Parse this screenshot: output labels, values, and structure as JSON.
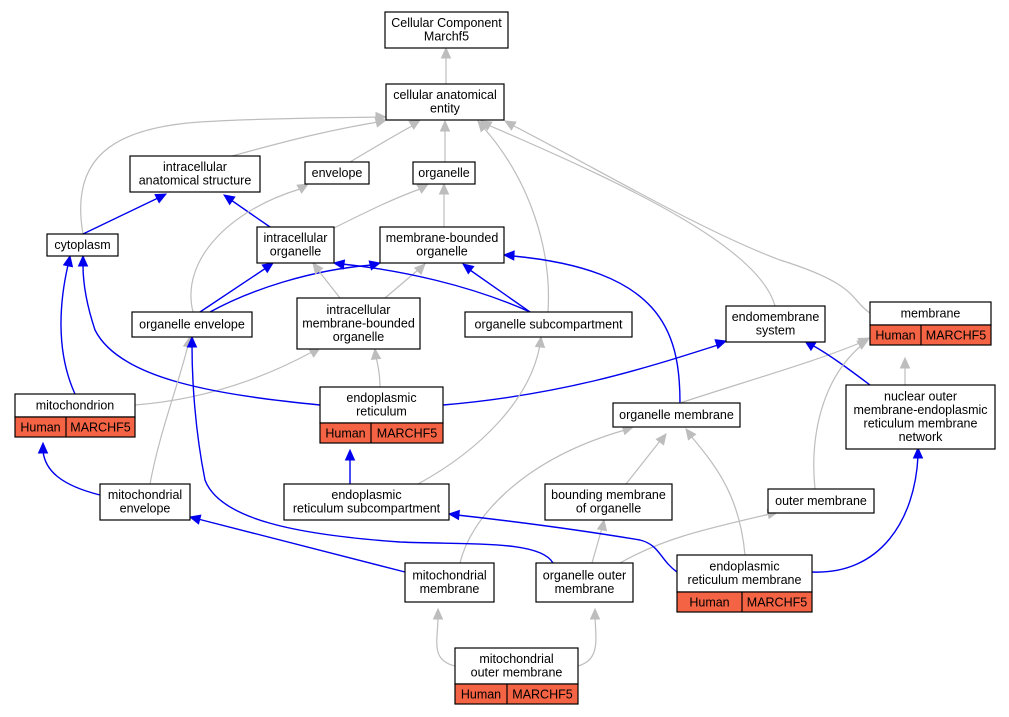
{
  "diagram": {
    "nodes": [
      {
        "id": "root",
        "lines": [
          "Cellular Component",
          "Marchf5"
        ]
      },
      {
        "id": "cae",
        "lines": [
          "cellular anatomical",
          "entity"
        ]
      },
      {
        "id": "ias",
        "lines": [
          "intracellular",
          "anatomical structure"
        ]
      },
      {
        "id": "envelope",
        "lines": [
          "envelope"
        ]
      },
      {
        "id": "organelle",
        "lines": [
          "organelle"
        ]
      },
      {
        "id": "cytoplasm",
        "lines": [
          "cytoplasm"
        ]
      },
      {
        "id": "intraorg",
        "lines": [
          "intracellular",
          "organelle"
        ]
      },
      {
        "id": "mbo",
        "lines": [
          "membrane-bounded",
          "organelle"
        ]
      },
      {
        "id": "orgenv",
        "lines": [
          "organelle envelope"
        ]
      },
      {
        "id": "imbo",
        "lines": [
          "intracellular",
          "membrane-bounded",
          "organelle"
        ]
      },
      {
        "id": "orgsub",
        "lines": [
          "organelle subcompartment"
        ]
      },
      {
        "id": "endosys",
        "lines": [
          "endomembrane",
          "system"
        ]
      },
      {
        "id": "membrane",
        "lines": [
          "membrane"
        ],
        "annotation": [
          "Human",
          "MARCHF5"
        ]
      },
      {
        "id": "mito",
        "lines": [
          "mitochondrion"
        ],
        "annotation": [
          "Human",
          "MARCHF5"
        ]
      },
      {
        "id": "er",
        "lines": [
          "endoplasmic",
          "reticulum"
        ],
        "annotation": [
          "Human",
          "MARCHF5"
        ]
      },
      {
        "id": "orgmem",
        "lines": [
          "organelle membrane"
        ]
      },
      {
        "id": "nomerm",
        "lines": [
          "nuclear outer",
          "membrane-endoplasmic",
          "reticulum membrane",
          "network"
        ]
      },
      {
        "id": "mitoenv",
        "lines": [
          "mitochondrial",
          "envelope"
        ]
      },
      {
        "id": "ersub",
        "lines": [
          "endoplasmic",
          "reticulum subcompartment"
        ]
      },
      {
        "id": "bmo",
        "lines": [
          "bounding membrane",
          "of organelle"
        ]
      },
      {
        "id": "outmem",
        "lines": [
          "outer membrane"
        ]
      },
      {
        "id": "mitomem",
        "lines": [
          "mitochondrial",
          "membrane"
        ]
      },
      {
        "id": "orgoutmem",
        "lines": [
          "organelle outer",
          "membrane"
        ]
      },
      {
        "id": "ermem",
        "lines": [
          "endoplasmic",
          "reticulum membrane"
        ],
        "annotation": [
          "Human",
          "MARCHF5"
        ]
      },
      {
        "id": "mitooutmem",
        "lines": [
          "mitochondrial",
          "outer membrane"
        ],
        "annotation": [
          "Human",
          "MARCHF5"
        ]
      }
    ],
    "edges": [
      {
        "from": "cae",
        "to": "root",
        "rel": "is_a"
      },
      {
        "from": "ias",
        "to": "cae",
        "rel": "is_a"
      },
      {
        "from": "envelope",
        "to": "cae",
        "rel": "is_a"
      },
      {
        "from": "organelle",
        "to": "cae",
        "rel": "is_a"
      },
      {
        "from": "cytoplasm",
        "to": "cae",
        "rel": "is_a"
      },
      {
        "from": "orgsub",
        "to": "cae",
        "rel": "is_a"
      },
      {
        "from": "endosys",
        "to": "cae",
        "rel": "is_a"
      },
      {
        "from": "membrane",
        "to": "cae",
        "rel": "is_a"
      },
      {
        "from": "cytoplasm",
        "to": "ias",
        "rel": "part_of"
      },
      {
        "from": "intraorg",
        "to": "ias",
        "rel": "part_of"
      },
      {
        "from": "intraorg",
        "to": "organelle",
        "rel": "is_a"
      },
      {
        "from": "mbo",
        "to": "organelle",
        "rel": "is_a"
      },
      {
        "from": "orgenv",
        "to": "envelope",
        "rel": "is_a"
      },
      {
        "from": "orgenv",
        "to": "intraorg",
        "rel": "part_of"
      },
      {
        "from": "orgenv",
        "to": "mbo",
        "rel": "part_of"
      },
      {
        "from": "imbo",
        "to": "intraorg",
        "rel": "is_a"
      },
      {
        "from": "imbo",
        "to": "mbo",
        "rel": "is_a"
      },
      {
        "from": "orgsub",
        "to": "intraorg",
        "rel": "part_of"
      },
      {
        "from": "orgsub",
        "to": "mbo",
        "rel": "part_of"
      },
      {
        "from": "mito",
        "to": "cytoplasm",
        "rel": "part_of"
      },
      {
        "from": "mito",
        "to": "imbo",
        "rel": "is_a"
      },
      {
        "from": "er",
        "to": "cytoplasm",
        "rel": "part_of"
      },
      {
        "from": "er",
        "to": "imbo",
        "rel": "is_a"
      },
      {
        "from": "er",
        "to": "endosys",
        "rel": "part_of"
      },
      {
        "from": "orgmem",
        "to": "mbo",
        "rel": "part_of"
      },
      {
        "from": "orgmem",
        "to": "membrane",
        "rel": "is_a"
      },
      {
        "from": "nomerm",
        "to": "endosys",
        "rel": "part_of"
      },
      {
        "from": "nomerm",
        "to": "membrane",
        "rel": "is_a"
      },
      {
        "from": "mitoenv",
        "to": "mito",
        "rel": "part_of"
      },
      {
        "from": "mitoenv",
        "to": "orgenv",
        "rel": "is_a"
      },
      {
        "from": "ersub",
        "to": "er",
        "rel": "part_of"
      },
      {
        "from": "ersub",
        "to": "orgsub",
        "rel": "is_a"
      },
      {
        "from": "bmo",
        "to": "orgmem",
        "rel": "is_a"
      },
      {
        "from": "outmem",
        "to": "membrane",
        "rel": "is_a"
      },
      {
        "from": "mitomem",
        "to": "mitoenv",
        "rel": "part_of"
      },
      {
        "from": "mitomem",
        "to": "orgmem",
        "rel": "is_a"
      },
      {
        "from": "orgoutmem",
        "to": "orgenv",
        "rel": "part_of"
      },
      {
        "from": "orgoutmem",
        "to": "bmo",
        "rel": "is_a"
      },
      {
        "from": "orgoutmem",
        "to": "outmem",
        "rel": "is_a"
      },
      {
        "from": "ermem",
        "to": "ersub",
        "rel": "part_of"
      },
      {
        "from": "ermem",
        "to": "nomerm",
        "rel": "part_of"
      },
      {
        "from": "ermem",
        "to": "orgmem",
        "rel": "is_a"
      },
      {
        "from": "mitooutmem",
        "to": "mitomem",
        "rel": "is_a"
      },
      {
        "from": "mitooutmem",
        "to": "orgoutmem",
        "rel": "is_a"
      }
    ]
  },
  "colors": {
    "is_a_edge": "#bdbdbd",
    "part_of_edge": "#0000ee",
    "annotation_fill": "#f36344",
    "node_fill": "#ffffff",
    "node_border": "#000000"
  }
}
